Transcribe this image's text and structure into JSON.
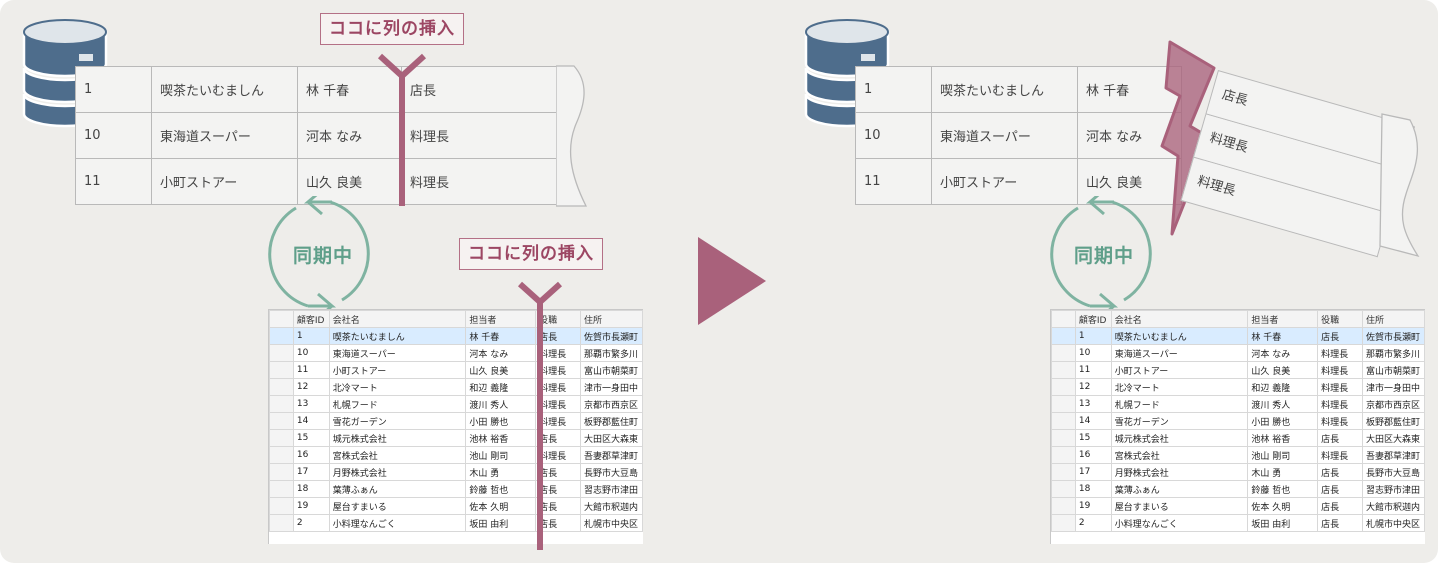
{
  "colors": {
    "accent": "#a9617b",
    "sync": "#7fb3a1",
    "db": "#4e6d8c"
  },
  "left": {
    "insert_label_top": "ココに列の挿入",
    "insert_label_bottom": "ココに列の挿入",
    "sync_label": "同期中",
    "db_rows": [
      [
        "1",
        "喫茶たいむましん",
        "林 千春",
        "店長"
      ],
      [
        "10",
        "東海道スーパー",
        "河本 なみ",
        "料理長"
      ],
      [
        "11",
        "小町ストアー",
        "山久 良美",
        "料理長"
      ]
    ]
  },
  "right": {
    "sync_label": "同期中",
    "db_rows": [
      [
        "1",
        "喫茶たいむましん",
        "林 千春"
      ],
      [
        "10",
        "東海道スーパー",
        "河本 なみ"
      ],
      [
        "11",
        "小町ストアー",
        "山久 良美"
      ]
    ],
    "detached_rows": [
      "店長",
      "料理長",
      "料理長"
    ]
  },
  "grid": {
    "headers": [
      "顧客ID",
      "会社名",
      "担当者",
      "役職",
      "住所"
    ],
    "rows": [
      [
        "1",
        "喫茶たいむましん",
        "林 千春",
        "店長",
        "佐賀市長瀬町"
      ],
      [
        "10",
        "東海道スーパー",
        "河本 なみ",
        "料理長",
        "那覇市繁多川"
      ],
      [
        "11",
        "小町ストアー",
        "山久 良美",
        "料理長",
        "富山市朝菜町"
      ],
      [
        "12",
        "北冷マート",
        "和辺 義隆",
        "料理長",
        "津市一身田中"
      ],
      [
        "13",
        "札幌フード",
        "渡川 秀人",
        "料理長",
        "京都市西京区"
      ],
      [
        "14",
        "雪花ガーデン",
        "小田 勝也",
        "料理長",
        "板野郡藍住町"
      ],
      [
        "15",
        "城元株式会社",
        "池林 裕香",
        "店長",
        "大田区大森東"
      ],
      [
        "16",
        "宮株式会社",
        "池山 剛司",
        "料理長",
        "吾妻郡草津町"
      ],
      [
        "17",
        "月野株式会社",
        "木山 勇",
        "店長",
        "長野市大豆島"
      ],
      [
        "18",
        "葉薄ふぁん",
        "鈴藤 哲也",
        "店長",
        "習志野市津田"
      ],
      [
        "19",
        "屋台すまいる",
        "佐本 久明",
        "店長",
        "大館市釈迦内"
      ],
      [
        "2",
        "小料理なんごく",
        "坂田 由利",
        "店長",
        "札幌市中央区"
      ]
    ]
  }
}
